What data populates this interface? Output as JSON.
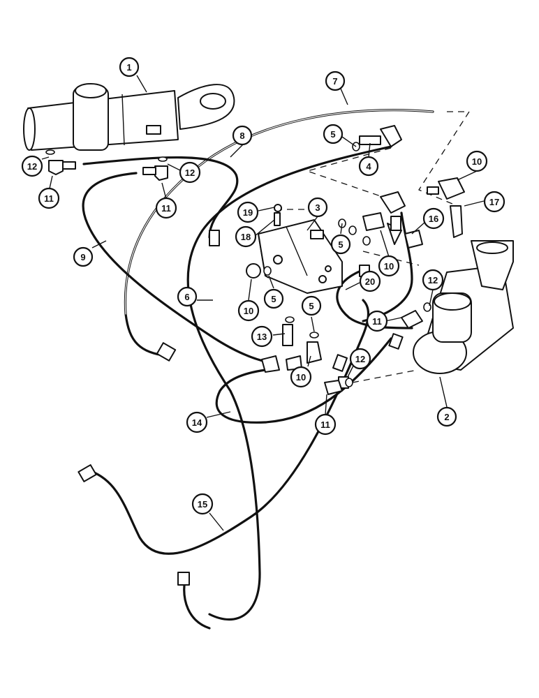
{
  "callouts": [
    {
      "id": "c1",
      "label": "1"
    },
    {
      "id": "c2",
      "label": "2"
    },
    {
      "id": "c3",
      "label": "3"
    },
    {
      "id": "c4",
      "label": "4"
    },
    {
      "id": "c5a",
      "label": "5"
    },
    {
      "id": "c5b",
      "label": "5"
    },
    {
      "id": "c5c",
      "label": "5"
    },
    {
      "id": "c5d",
      "label": "5"
    },
    {
      "id": "c6",
      "label": "6"
    },
    {
      "id": "c7",
      "label": "7"
    },
    {
      "id": "c8",
      "label": "8"
    },
    {
      "id": "c9",
      "label": "9"
    },
    {
      "id": "c10a",
      "label": "10"
    },
    {
      "id": "c10b",
      "label": "10"
    },
    {
      "id": "c10c",
      "label": "10"
    },
    {
      "id": "c10d",
      "label": "10"
    },
    {
      "id": "c11a",
      "label": "11"
    },
    {
      "id": "c11b",
      "label": "11"
    },
    {
      "id": "c11c",
      "label": "11"
    },
    {
      "id": "c11d",
      "label": "11"
    },
    {
      "id": "c12a",
      "label": "12"
    },
    {
      "id": "c12b",
      "label": "12"
    },
    {
      "id": "c12c",
      "label": "12"
    },
    {
      "id": "c12d",
      "label": "12"
    },
    {
      "id": "c13",
      "label": "13"
    },
    {
      "id": "c14",
      "label": "14"
    },
    {
      "id": "c15",
      "label": "15"
    },
    {
      "id": "c16",
      "label": "16"
    },
    {
      "id": "c17",
      "label": "17"
    },
    {
      "id": "c18",
      "label": "18"
    },
    {
      "id": "c19",
      "label": "19"
    },
    {
      "id": "c20",
      "label": "20"
    }
  ]
}
